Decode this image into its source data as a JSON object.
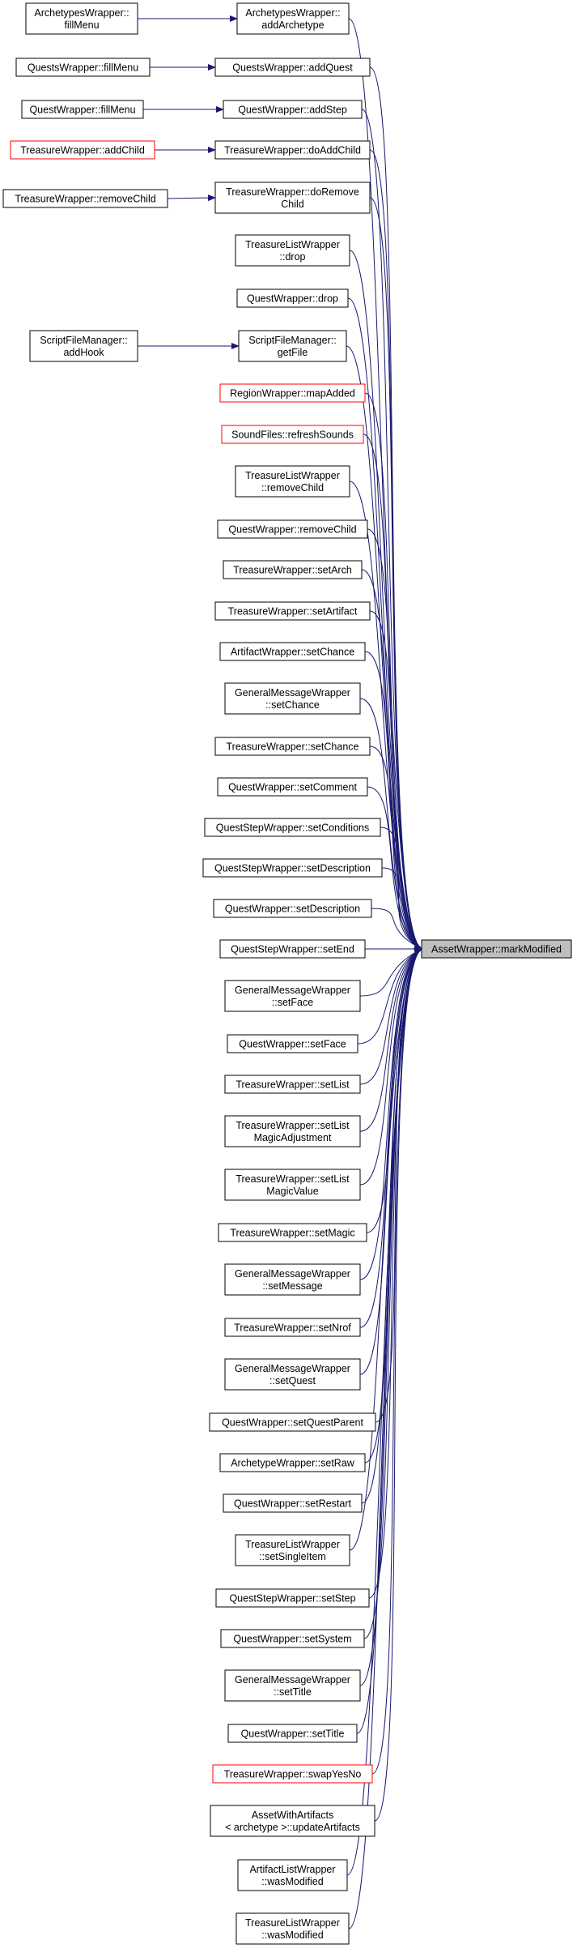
{
  "colors": {
    "edge": "#191970",
    "node_border": "#000000",
    "node_border_truncated": "#ff0000",
    "target_fill": "#bfbfbf",
    "node_fill": "#ffffff"
  },
  "target": {
    "id": "markModified",
    "lines": [
      "AssetWrapper::markModified"
    ]
  },
  "callers": [
    {
      "id": "addArchetype",
      "lines": [
        "ArchetypesWrapper::",
        "addArchetype"
      ]
    },
    {
      "id": "addQuest",
      "lines": [
        "QuestsWrapper::addQuest"
      ]
    },
    {
      "id": "addStep",
      "lines": [
        "QuestWrapper::addStep"
      ]
    },
    {
      "id": "doAddChild",
      "lines": [
        "TreasureWrapper::doAddChild"
      ]
    },
    {
      "id": "doRemoveChild",
      "lines": [
        "TreasureWrapper::doRemove",
        "Child"
      ]
    },
    {
      "id": "tlwDrop",
      "lines": [
        "TreasureListWrapper",
        "::drop"
      ]
    },
    {
      "id": "qwDrop",
      "lines": [
        "QuestWrapper::drop"
      ]
    },
    {
      "id": "getFile",
      "lines": [
        "ScriptFileManager::",
        "getFile"
      ]
    },
    {
      "id": "mapAdded",
      "lines": [
        "RegionWrapper::mapAdded"
      ],
      "truncated": true
    },
    {
      "id": "refreshSounds",
      "lines": [
        "SoundFiles::refreshSounds"
      ],
      "truncated": true
    },
    {
      "id": "tlwRemoveChild",
      "lines": [
        "TreasureListWrapper",
        "::removeChild"
      ]
    },
    {
      "id": "qwRemoveChild",
      "lines": [
        "QuestWrapper::removeChild"
      ]
    },
    {
      "id": "setArch",
      "lines": [
        "TreasureWrapper::setArch"
      ]
    },
    {
      "id": "setArtifact",
      "lines": [
        "TreasureWrapper::setArtifact"
      ]
    },
    {
      "id": "awSetChance",
      "lines": [
        "ArtifactWrapper::setChance"
      ]
    },
    {
      "id": "gmwSetChance",
      "lines": [
        "GeneralMessageWrapper",
        "::setChance"
      ]
    },
    {
      "id": "twSetChance",
      "lines": [
        "TreasureWrapper::setChance"
      ]
    },
    {
      "id": "setComment",
      "lines": [
        "QuestWrapper::setComment"
      ]
    },
    {
      "id": "setConditions",
      "lines": [
        "QuestStepWrapper::setConditions"
      ]
    },
    {
      "id": "qswSetDescription",
      "lines": [
        "QuestStepWrapper::setDescription"
      ]
    },
    {
      "id": "qwSetDescription",
      "lines": [
        "QuestWrapper::setDescription"
      ]
    },
    {
      "id": "setEnd",
      "lines": [
        "QuestStepWrapper::setEnd"
      ]
    },
    {
      "id": "gmwSetFace",
      "lines": [
        "GeneralMessageWrapper",
        "::setFace"
      ]
    },
    {
      "id": "qwSetFace",
      "lines": [
        "QuestWrapper::setFace"
      ]
    },
    {
      "id": "setList",
      "lines": [
        "TreasureWrapper::setList"
      ]
    },
    {
      "id": "setListMagicAdjustment",
      "lines": [
        "TreasureWrapper::setList",
        "MagicAdjustment"
      ]
    },
    {
      "id": "setListMagicValue",
      "lines": [
        "TreasureWrapper::setList",
        "MagicValue"
      ]
    },
    {
      "id": "setMagic",
      "lines": [
        "TreasureWrapper::setMagic"
      ]
    },
    {
      "id": "setMessage",
      "lines": [
        "GeneralMessageWrapper",
        "::setMessage"
      ]
    },
    {
      "id": "setNrof",
      "lines": [
        "TreasureWrapper::setNrof"
      ]
    },
    {
      "id": "setQuest",
      "lines": [
        "GeneralMessageWrapper",
        "::setQuest"
      ]
    },
    {
      "id": "setQuestParent",
      "lines": [
        "QuestWrapper::setQuestParent"
      ]
    },
    {
      "id": "setRaw",
      "lines": [
        "ArchetypeWrapper::setRaw"
      ]
    },
    {
      "id": "setRestart",
      "lines": [
        "QuestWrapper::setRestart"
      ]
    },
    {
      "id": "setSingleItem",
      "lines": [
        "TreasureListWrapper",
        "::setSingleItem"
      ]
    },
    {
      "id": "setStep",
      "lines": [
        "QuestStepWrapper::setStep"
      ]
    },
    {
      "id": "setSystem",
      "lines": [
        "QuestWrapper::setSystem"
      ]
    },
    {
      "id": "gmwSetTitle",
      "lines": [
        "GeneralMessageWrapper",
        "::setTitle"
      ]
    },
    {
      "id": "qwSetTitle",
      "lines": [
        "QuestWrapper::setTitle"
      ]
    },
    {
      "id": "swapYesNo",
      "lines": [
        "TreasureWrapper::swapYesNo"
      ],
      "truncated": true
    },
    {
      "id": "updateArtifacts",
      "lines": [
        "AssetWithArtifacts",
        "< archetype >::updateArtifacts"
      ]
    },
    {
      "id": "alwWasModified",
      "lines": [
        "ArtifactListWrapper",
        "::wasModified"
      ]
    },
    {
      "id": "tlwWasModified",
      "lines": [
        "TreasureListWrapper",
        "::wasModified"
      ]
    }
  ],
  "second_level": [
    {
      "id": "aFillMenu",
      "lines": [
        "ArchetypesWrapper::",
        "fillMenu"
      ],
      "calls": "addArchetype"
    },
    {
      "id": "qsFillMenu",
      "lines": [
        "QuestsWrapper::fillMenu"
      ],
      "calls": "addQuest"
    },
    {
      "id": "qFillMenu",
      "lines": [
        "QuestWrapper::fillMenu"
      ],
      "calls": "addStep"
    },
    {
      "id": "twAddChild",
      "lines": [
        "TreasureWrapper::addChild"
      ],
      "calls": "doAddChild",
      "truncated": true
    },
    {
      "id": "twRemoveChild",
      "lines": [
        "TreasureWrapper::removeChild"
      ],
      "calls": "doRemoveChild"
    },
    {
      "id": "addHook",
      "lines": [
        "ScriptFileManager::",
        "addHook"
      ],
      "calls": "getFile"
    }
  ]
}
